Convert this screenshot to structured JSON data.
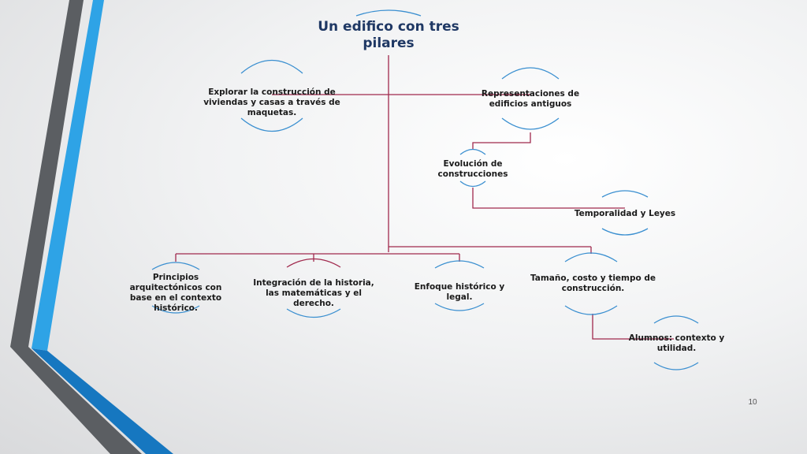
{
  "diagram": {
    "title": "Un edifico con tres pilares",
    "nodes": {
      "explorar": "Explorar la construcción de viviendas y casas a través de maquetas.",
      "representaciones": "Representaciones de edificios antiguos",
      "evolucion": "Evolución de construcciones",
      "temporalidad": "Temporalidad y Leyes",
      "principios": "Principios arquitectónicos con base en el contexto histórico.",
      "integracion": "Integración de la historia, las matemáticas y el derecho.",
      "enfoque": "Enfoque histórico y legal.",
      "tamano": "Tamaño, costo y tiempo de construcción.",
      "alumnos": "Alumnos: contexto y utilidad."
    }
  },
  "slide": {
    "page_number": "10"
  },
  "colors": {
    "connector": "#a0294d",
    "arc": "#3a8fd0",
    "title_text": "#1f3864",
    "deco_blue": "#2ea3e6",
    "deco_gray": "#5b5e62",
    "deco_blue_dark": "#1677c0"
  }
}
